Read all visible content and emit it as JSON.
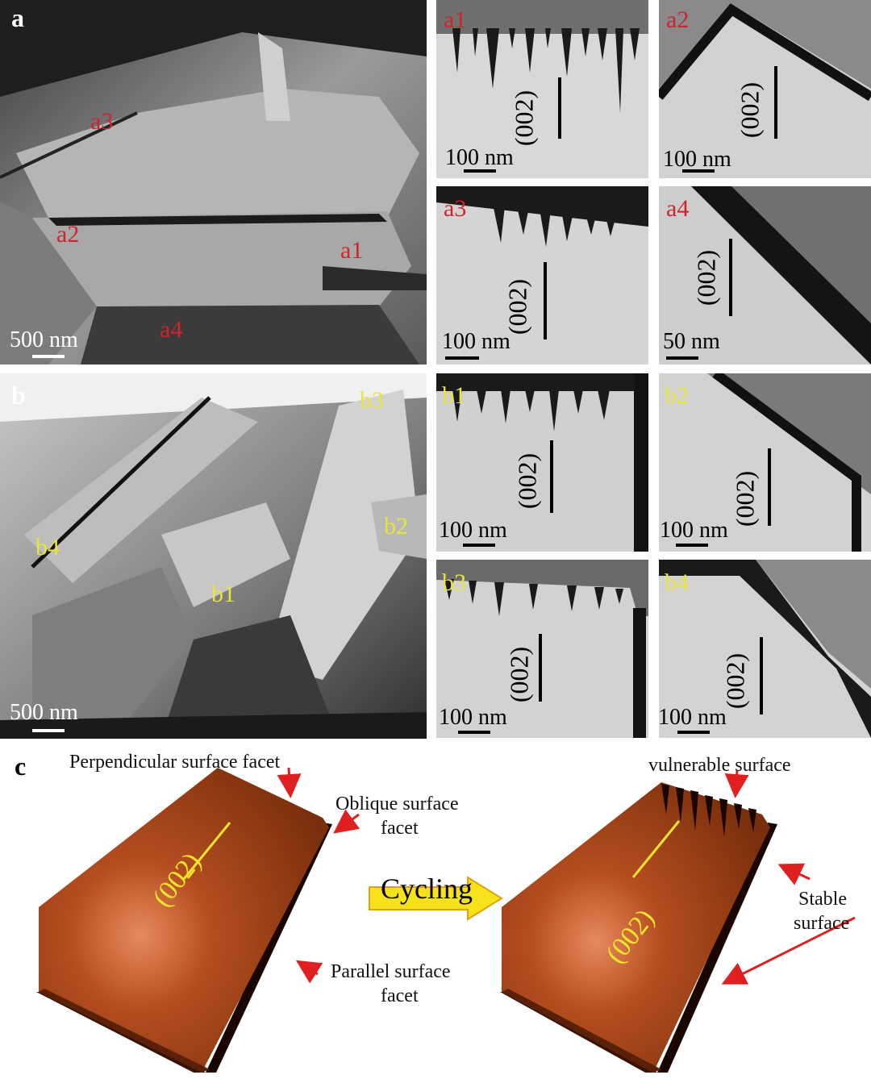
{
  "panel_a": {
    "letter": "a",
    "scale": "500 nm",
    "labels": [
      "a1",
      "a2",
      "a3",
      "a4"
    ],
    "insets": [
      {
        "id": "a1",
        "plane": "(002)",
        "scale": "100 nm"
      },
      {
        "id": "a2",
        "plane": "(002)",
        "scale": "100 nm"
      },
      {
        "id": "a3",
        "plane": "(002)",
        "scale": "100 nm"
      },
      {
        "id": "a4",
        "plane": "(002)",
        "scale": "50 nm"
      }
    ]
  },
  "panel_b": {
    "letter": "b",
    "scale": "500 nm",
    "labels": [
      "b1",
      "b2",
      "b3",
      "b4"
    ],
    "insets": [
      {
        "id": "b1",
        "plane": "(002)",
        "scale": "100 nm"
      },
      {
        "id": "b2",
        "plane": "(002)",
        "scale": "100 nm"
      },
      {
        "id": "b3",
        "plane": "(002)",
        "scale": "100 nm"
      },
      {
        "id": "b4",
        "plane": "(002)",
        "scale": "100 nm"
      }
    ]
  },
  "panel_c": {
    "letter": "c",
    "left": {
      "perpendicular": "Perpendicular surface facet",
      "oblique_1": "Oblique surface",
      "oblique_2": "facet",
      "parallel_1": "Parallel surface",
      "parallel_2": "facet",
      "plane": "(002)"
    },
    "arrow_label": "Cycling",
    "right": {
      "vulnerable": "vulnerable surface",
      "stable_1": "Stable",
      "stable_2": "surface",
      "plane": "(002)"
    }
  },
  "colors": {
    "label_red": "#d0232a",
    "label_yellow": "#e8e43a",
    "crystal_brown": "#8a3a14",
    "arrow_red": "#e02020",
    "cycling_arrow": "#f5e21a"
  }
}
